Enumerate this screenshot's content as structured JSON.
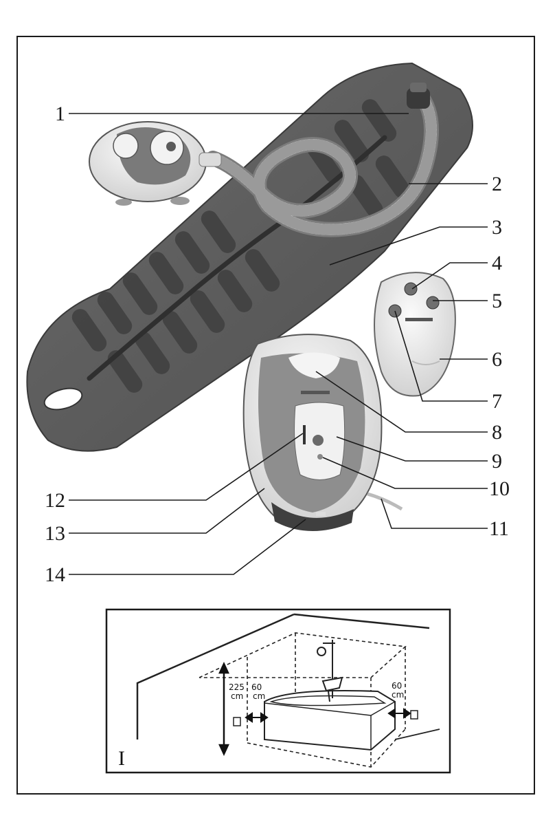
{
  "callouts": [
    "1",
    "2",
    "3",
    "4",
    "5",
    "6",
    "7",
    "8",
    "9",
    "10",
    "11",
    "12",
    "13",
    "14"
  ],
  "figure_label": "I",
  "inset": {
    "height_value": "225",
    "height_unit": "cm",
    "left_clearance_value": "60",
    "left_clearance_unit": "cm",
    "right_clearance_value": "60",
    "right_clearance_unit": "cm"
  },
  "colors": {
    "mat": "#5b5b5b",
    "mat_ridge": "#3e3e3e",
    "device_light": "#efefef",
    "device_dark": "#8a8a8a",
    "line": "#1a1a1a"
  },
  "icons": [
    "mat-image",
    "hose-image",
    "handheld-control-image",
    "remote-control-image",
    "blower-unit-image",
    "bathtub-safety-zone-diagram"
  ]
}
